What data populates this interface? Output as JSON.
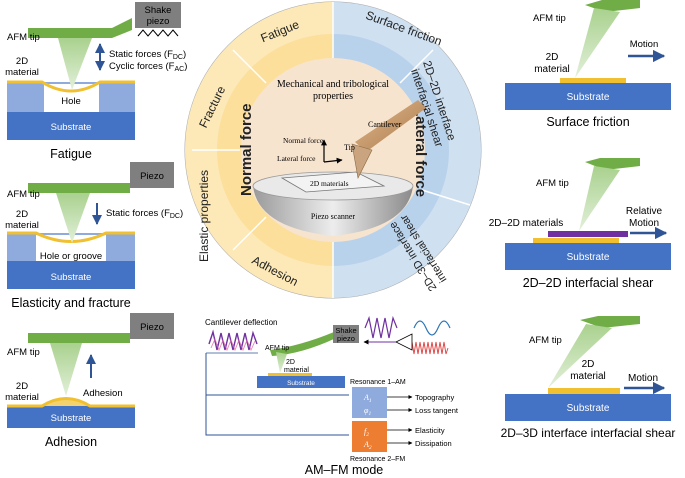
{
  "panels": {
    "fatigue": {
      "caption": "Fatigue",
      "actuator": "Shake piezo",
      "tip": "AFM tip",
      "material": [
        "2D",
        "material"
      ],
      "forces": [
        "Static forces (F",
        "DC",
        ")",
        "Cyclic forces (F",
        "AC",
        ")"
      ],
      "hole": "Hole",
      "substrate": "Substrate"
    },
    "elasticity": {
      "caption": "Elasticity and fracture",
      "actuator": "Piezo",
      "tip": "AFM tip",
      "material": [
        "2D",
        "material"
      ],
      "forces": [
        "Static forces (F",
        "DC",
        ")"
      ],
      "hole": "Hole or groove",
      "substrate": "Substrate"
    },
    "adhesion": {
      "caption": "Adhesion",
      "actuator": "Piezo",
      "tip": "AFM tip",
      "material": [
        "2D",
        "material"
      ],
      "label": "Adhesion",
      "substrate": "Substrate"
    },
    "surface_friction": {
      "caption": "Surface friction",
      "tip": "AFM tip",
      "material": [
        "2D",
        "material"
      ],
      "motion": "Motion",
      "substrate": "Substrate"
    },
    "interfacial_shear": {
      "caption": "2D–2D interfacial shear",
      "tip": "AFM tip",
      "material": "2D–2D materials",
      "motion": [
        "Relative",
        "Motion"
      ],
      "substrate": "Substrate"
    },
    "interface_3d": {
      "caption": "2D–3D interface interfacial shear",
      "tip": "AFM tip",
      "material": [
        "2D",
        "material"
      ],
      "motion": "Motion",
      "substrate": "Substrate"
    }
  },
  "circle": {
    "center_title": [
      "Mechanical and tribological",
      "properties"
    ],
    "left_title": "Normal force",
    "right_title": "Lateral force",
    "left_segments": [
      "Fatigue",
      "Fracture",
      "Elastic properties",
      "Adhesion"
    ],
    "right_segments": [
      "Surface friction",
      "2D–2D interface interfacial shear",
      "2D–3D interface interfacial shear"
    ],
    "labels": {
      "cantilever": "Cantilever",
      "tip": "Tip",
      "normal_force": "Normal force",
      "lateral_force": "Lateral force",
      "materials": "2D materials",
      "scanner": "Piezo scanner"
    },
    "colors": {
      "left": "#fde9b8",
      "right": "#cfe0f1",
      "center": "#f7e4cf"
    }
  },
  "amfm": {
    "caption": "AM–FM mode",
    "deflection": "Cantilever deflection",
    "actuator": [
      "Shake",
      "piezo"
    ],
    "tip": "AFM tip",
    "material": [
      "2D",
      "material"
    ],
    "substrate": "Substrate",
    "res1": "Resonance 1–AM",
    "res2": "Resonance 2–FM",
    "a1": "A",
    "a1s": "1",
    "p1": "φ",
    "p1s": "1",
    "f2": "f",
    "f2s": "2",
    "a2": "A",
    "a2s": "2",
    "out": [
      "Topography",
      "Loss tangent",
      "Elasticity",
      "Dissipation"
    ]
  },
  "colors": {
    "substrate": "#4472c4",
    "substrate_light": "#8faadc",
    "material": "#f0c030",
    "cantilever": "#70ad47",
    "tip": "#a9d18e",
    "piezo": "#7f7f7f",
    "arrow": "#2f5597",
    "purple": "#7030a0",
    "orange": "#ed7d31"
  }
}
